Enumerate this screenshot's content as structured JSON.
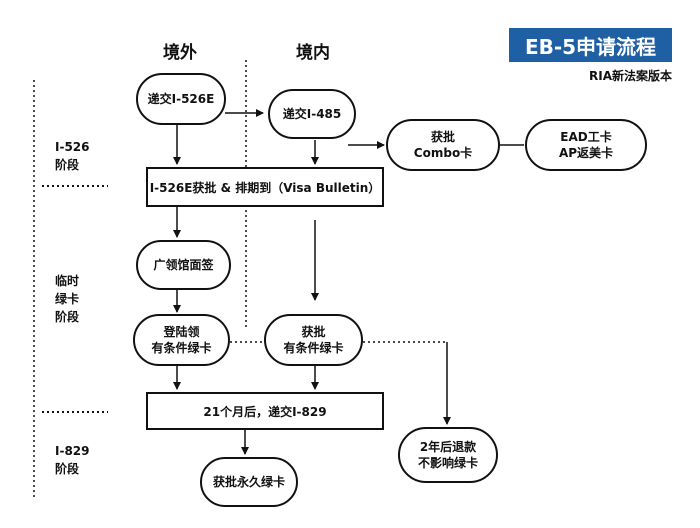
{
  "badge": {
    "title": "EB-5申请流程",
    "subtitle": "RIA新法案版本",
    "color": "#1f5fa3"
  },
  "columns": {
    "abroad": "境外",
    "domestic": "境内"
  },
  "stages": {
    "i526": [
      "I-526",
      "阶段"
    ],
    "temporary": [
      "临时",
      "绿卡",
      "阶段"
    ],
    "i829": [
      "I-829",
      "阶段"
    ]
  },
  "nodes": {
    "submit_i526e": "递交I-526E",
    "submit_i485": "递交I-485",
    "approve_combo": [
      "获批",
      "Combo卡"
    ],
    "ead_ap": [
      "EAD工卡",
      "AP返美卡"
    ],
    "i526e_approved": "I-526E获批 & 排期到（Visa Bulletin）",
    "consulate_interview": "广领馆面签",
    "landing_conditional": [
      "登陆领",
      "有条件绿卡"
    ],
    "approve_conditional": [
      "获批",
      "有条件绿卡"
    ],
    "after_21_months": "21个月后，递交I-829",
    "refund_2_years": [
      "2年后退款",
      "不影响绿卡"
    ],
    "approve_permanent": "获批永久绿卡"
  }
}
